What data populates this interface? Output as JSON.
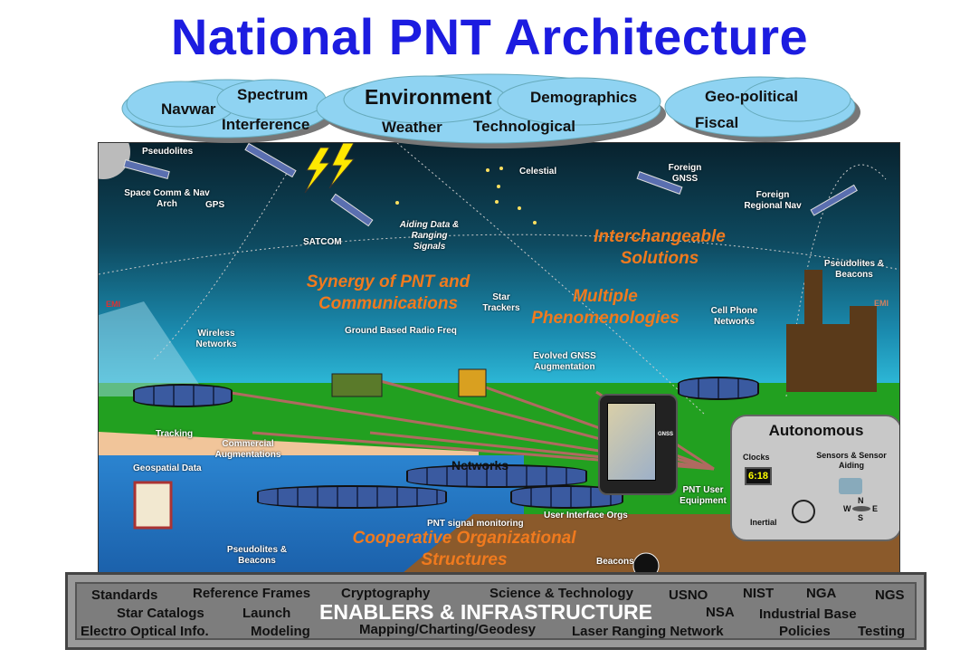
{
  "title": "National PNT Architecture",
  "clouds": {
    "navwar": "Navwar",
    "spectrum": "Spectrum",
    "interference": "Interference",
    "environment": "Environment",
    "weather": "Weather",
    "technological": "Technological",
    "demographics": "Demographics",
    "geopolitical": "Geo-political",
    "fiscal": "Fiscal"
  },
  "labels": {
    "pseudolites_top": "Pseudolites",
    "space_comm": "Space Comm & Nav Arch",
    "gps": "GPS",
    "satcom": "SATCOM",
    "aiding": "Aiding Data & Ranging Signals",
    "celestial": "Celestial",
    "foreign_gnss": "Foreign GNSS",
    "foreign_regional": "Foreign Regional Nav",
    "star_trackers": "Star Trackers",
    "pseudolites_beacons_right": "Pseudolites & Beacons",
    "cell_phone": "Cell Phone Networks",
    "wireless": "Wireless Networks",
    "ground_radio": "Ground Based Radio Freq",
    "evolved_gnss": "Evolved GNSS Augmentation",
    "tracking": "Tracking",
    "commercial": "Commercial Augmentations",
    "geospatial": "Geospatial Data",
    "networks": "Networks",
    "pnt_user_equipment": "PNT User Equipment",
    "user_interface_orgs": "User Interface Orgs",
    "pnt_signal_monitoring": "PNT signal monitoring",
    "pseudolites_beacons_bottom": "Pseudolites & Beacons",
    "beacons": "Beacons",
    "emi_left": "EMI",
    "emi_right": "EMI",
    "gnss_button": "GNSS"
  },
  "themes": {
    "synergy": "Synergy of PNT and Communications",
    "interchangeable": "Interchangeable Solutions",
    "multiple": "Multiple Phenomenologies",
    "cooperative": "Cooperative Organizational Structures"
  },
  "autonomous": {
    "title": "Autonomous",
    "clocks": "Clocks",
    "clock_display": "6:18",
    "sensors": "Sensors & Sensor Aiding",
    "inertial": "Inertial",
    "compass": {
      "n": "N",
      "s": "S",
      "e": "E",
      "w": "W"
    }
  },
  "enablers": {
    "center": "ENABLERS & INFRASTRUCTURE",
    "items": [
      "Standards",
      "Reference Frames",
      "Cryptography",
      "Science & Technology",
      "USNO",
      "NIST",
      "NGA",
      "NGS",
      "Star Catalogs",
      "Launch",
      "NSA",
      "Industrial Base",
      "Electro Optical Info.",
      "Modeling",
      "Mapping/Charting/Geodesy",
      "Laser Ranging Network",
      "Policies",
      "Testing"
    ]
  }
}
